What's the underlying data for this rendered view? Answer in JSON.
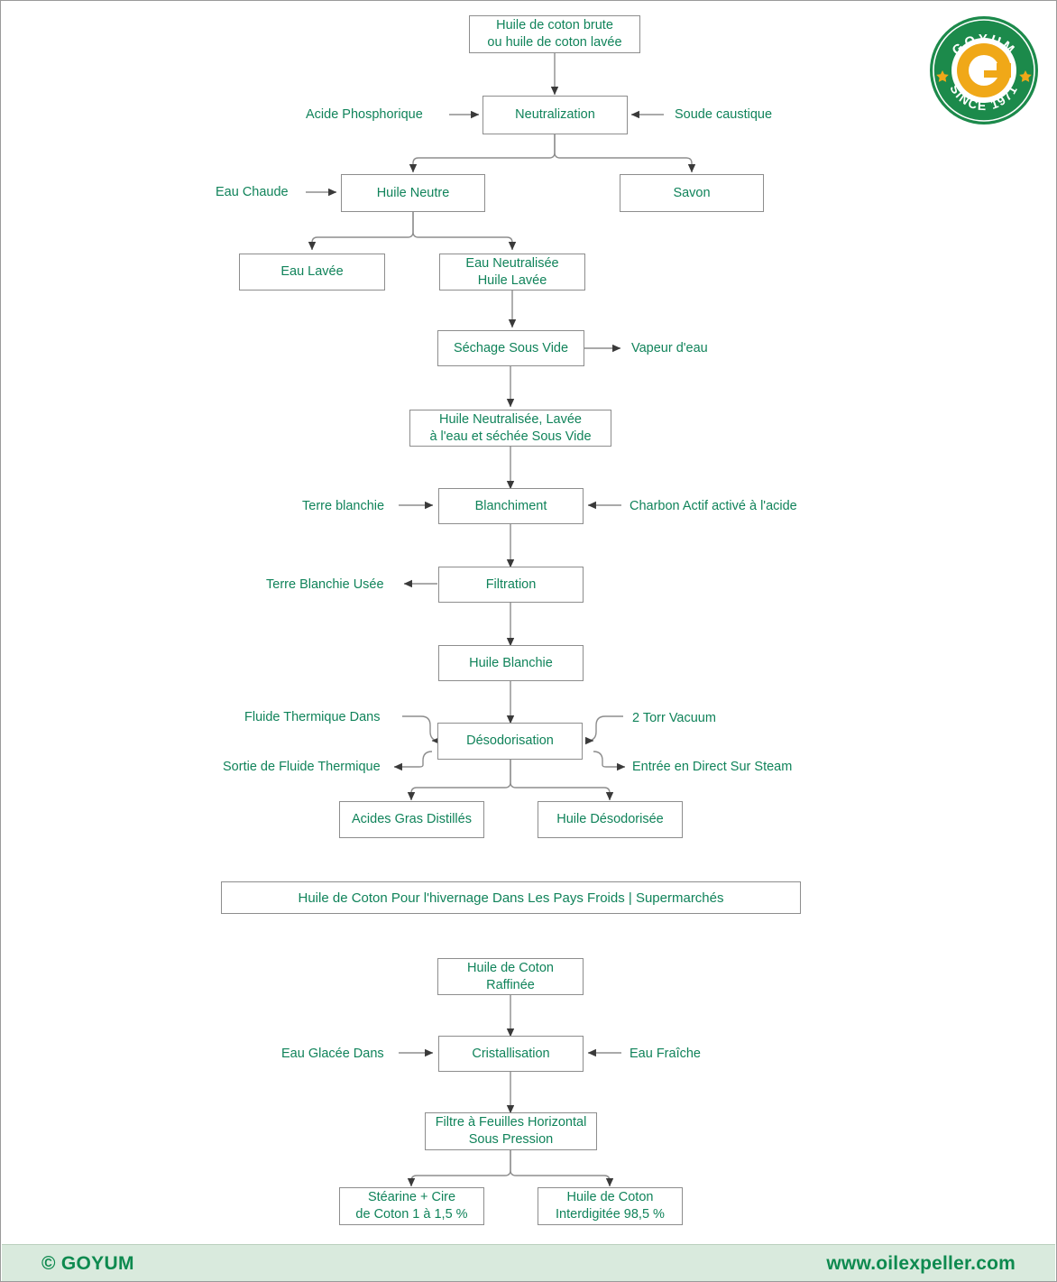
{
  "meta": {
    "title": "Diagramme de raffinage de l'huile de coton",
    "accent_green": "#10835a",
    "box_border": "#8d8d8d",
    "wire_color": "#8d8d8d",
    "footer_bg": "#d9eadd"
  },
  "logo": {
    "top_text": "GOYUM",
    "center_letter": "G",
    "bottom_text": "SINCE 1971",
    "ring_color": "#1c8a4b",
    "letter_color": "#f0a818",
    "star_color": "#f0a818"
  },
  "nodes": [
    {
      "id": "crude",
      "lines": [
        "Huile de coton brute",
        "ou huile de coton lavée"
      ]
    },
    {
      "id": "neutral",
      "lines": [
        "Neutralization"
      ]
    },
    {
      "id": "huile_neutre",
      "lines": [
        "Huile Neutre"
      ]
    },
    {
      "id": "savon",
      "lines": [
        "Savon"
      ]
    },
    {
      "id": "eau_lavee",
      "lines": [
        "Eau Lavée"
      ]
    },
    {
      "id": "eau_neut",
      "lines": [
        "Eau Neutralisée",
        "Huile Lavée"
      ]
    },
    {
      "id": "sechage",
      "lines": [
        "Séchage Sous Vide"
      ]
    },
    {
      "id": "huile_nls",
      "lines": [
        "Huile Neutralisée, Lavée",
        "à l'eau et séchée Sous Vide"
      ]
    },
    {
      "id": "blanchiment",
      "lines": [
        "Blanchiment"
      ]
    },
    {
      "id": "filtration",
      "lines": [
        "Filtration"
      ]
    },
    {
      "id": "huile_blanchie",
      "lines": [
        "Huile Blanchie"
      ]
    },
    {
      "id": "desodo",
      "lines": [
        "Désodorisation"
      ]
    },
    {
      "id": "agd",
      "lines": [
        "Acides Gras Distillés"
      ]
    },
    {
      "id": "huile_desodo",
      "lines": [
        "Huile Désodorisée"
      ]
    },
    {
      "id": "banner",
      "lines": [
        "Huile de Coton Pour l'hivernage Dans Les Pays Froids | Supermarchés"
      ]
    },
    {
      "id": "huile_raff",
      "lines": [
        "Huile de Coton",
        "Raffinée"
      ]
    },
    {
      "id": "cristal",
      "lines": [
        "Cristallisation"
      ]
    },
    {
      "id": "filtre",
      "lines": [
        "Filtre à Feuilles Horizontal",
        "Sous Pression"
      ]
    },
    {
      "id": "stearine",
      "lines": [
        "Stéarine + Cire",
        "de Coton 1 à 1,5 %"
      ]
    },
    {
      "id": "huile_inter",
      "lines": [
        "Huile de Coton",
        "Interdigitée 98,5 %"
      ]
    }
  ],
  "labels": {
    "acide_phosphorique": "Acide Phosphorique",
    "soude_caustique": "Soude caustique",
    "eau_chaude": "Eau Chaude",
    "vapeur_eau": "Vapeur d'eau",
    "terre_blanchie": "Terre blanchie",
    "charbon_actif": "Charbon Actif activé à l'acide",
    "terre_blanchie_usee": "Terre Blanchie Usée",
    "fluide_thermique_dans": "Fluide Thermique Dans",
    "sortie_fluide_thermique": "Sortie de Fluide Thermique",
    "torr_vacuum": "2 Torr Vacuum",
    "entree_direct_steam": "Entrée en Direct Sur Steam",
    "eau_glacee_dans": "Eau Glacée Dans",
    "eau_fraiche": "Eau Fraîche"
  },
  "footer": {
    "copyright": "© GOYUM",
    "website": "www.oilexpeller.com"
  }
}
